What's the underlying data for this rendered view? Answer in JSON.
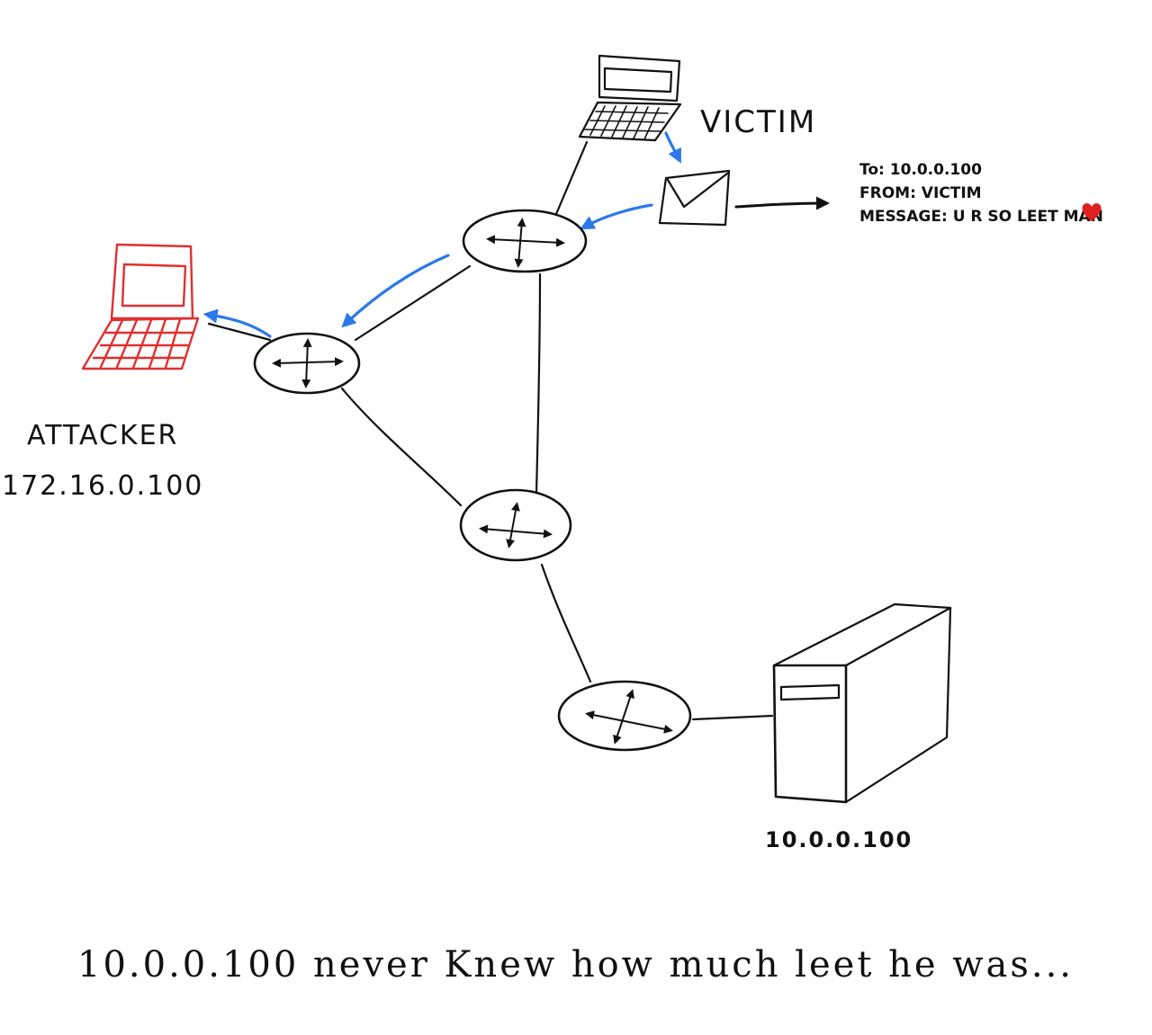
{
  "nodes": {
    "victim": {
      "label": "VICTIM"
    },
    "attacker": {
      "label": "ATTACKER",
      "ip": "172.16.0.100"
    },
    "server": {
      "ip": "10.0.0.100"
    }
  },
  "packet": {
    "to": "To: 10.0.0.100",
    "from": "FROM: VICTIM",
    "message": "MESSAGE: U R SO LEET MAN"
  },
  "caption": "10.0.0.100 never Knew how much leet he was...",
  "colors": {
    "ink": "#111111",
    "attacker": "#e03030",
    "traffic_flow": "#2b79e8",
    "heart": "#e02020"
  }
}
